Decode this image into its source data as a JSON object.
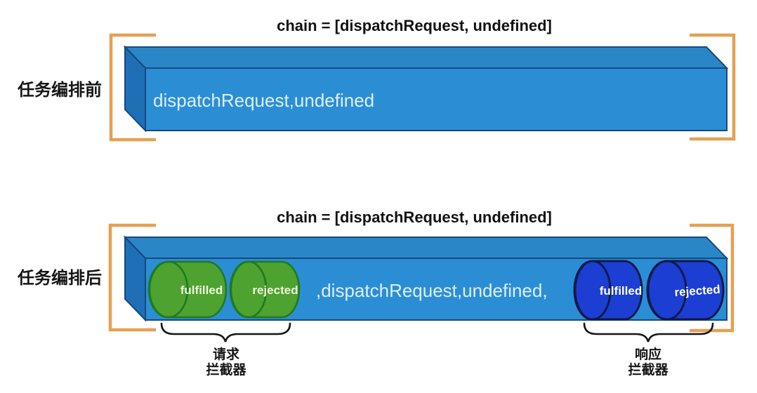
{
  "colors": {
    "box_front": "#2b8ed5",
    "box_top": "#2b86c8",
    "box_side": "#1e6fb5",
    "box_border": "#17497c",
    "bracket_orange": "#e6a052",
    "green_cylinder": "#4ea22f",
    "green_cylinder_border": "#1f7a1f",
    "blue_cylinder": "#1c3ed2",
    "blue_cylinder_border": "#101a4d",
    "box_text": "#ddf0fb",
    "title_text": "#111111"
  },
  "section_before": {
    "side_label": "任务编排前",
    "title": "chain = [dispatchRequest, undefined]",
    "box_text": "dispatchRequest,undefined"
  },
  "section_after": {
    "side_label": "任务编排后",
    "title": "chain = [dispatchRequest, undefined]",
    "box_text": ",dispatchRequest,undefined,",
    "request_cylinders": [
      "fulfilled",
      "rejected"
    ],
    "response_cylinders": [
      "fulfilled",
      "rejected"
    ],
    "request_brace_label": {
      "line1": "请求",
      "line2": "拦截器"
    },
    "response_brace_label": {
      "line1": "响应",
      "line2": "拦截器"
    }
  }
}
